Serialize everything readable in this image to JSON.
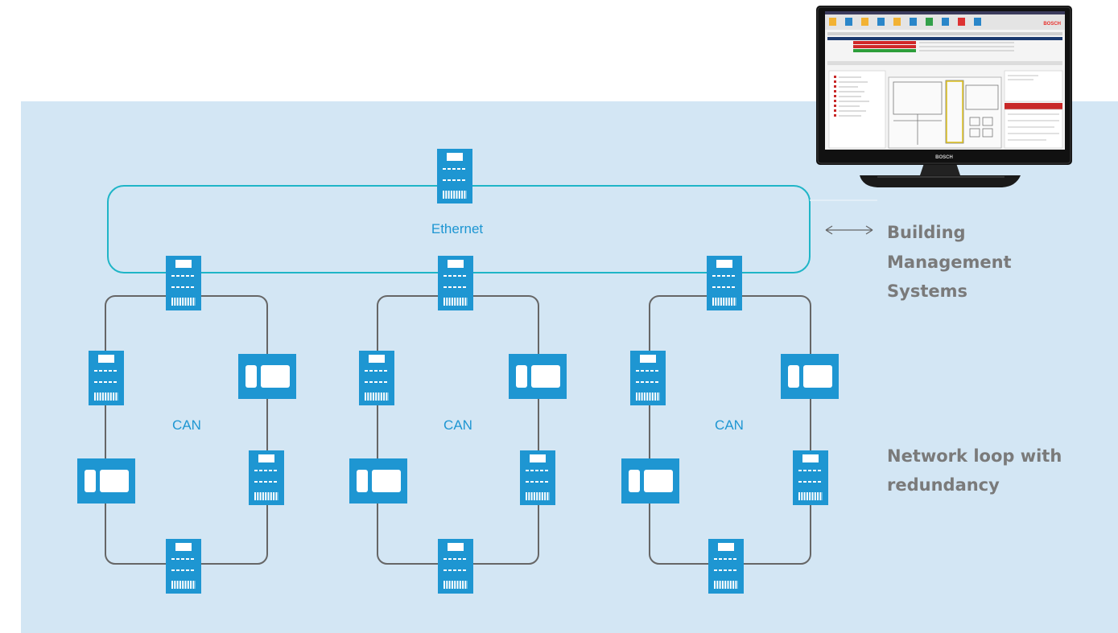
{
  "ethernet_label": "Ethernet",
  "can_labels": [
    "CAN",
    "CAN",
    "CAN"
  ],
  "bms_label_lines": [
    "Building",
    "Management",
    "Systems"
  ],
  "loop_label_lines": [
    "Network loop with",
    "redundancy"
  ],
  "monitor": {
    "screen_logo": "BOSCH",
    "bezel_brand": "BOSCH"
  },
  "colors": {
    "panel_background": "#d3e6f4",
    "device": "#1e96d2",
    "ethernet_ring": "#1fb5c7",
    "can_ring": "#666666",
    "side_text": "#7a7a7a",
    "label_text": "#1e96d2"
  },
  "icons": {
    "panel": "fire-panel-controller-icon",
    "keypad": "remote-keypad-icon",
    "arrow": "double-arrow-icon",
    "monitor": "monitor-workstation-icon"
  }
}
